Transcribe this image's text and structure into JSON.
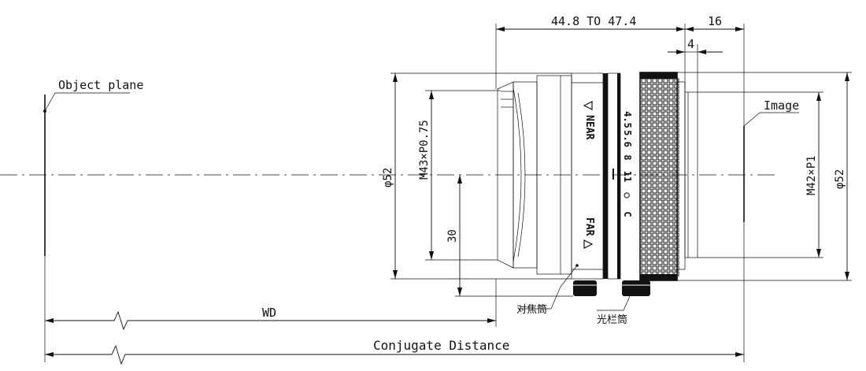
{
  "labels": {
    "object_plane": "Object plane",
    "image": "Image",
    "wd": "WD",
    "conjugate_distance": "Conjugate Distance",
    "focus_ring": "对焦筒",
    "iris_ring": "光栏筒",
    "near": "NEAR",
    "far": "FAR"
  },
  "dimensions": {
    "length_range": "44.8 TO 47.4",
    "flange_16": "16",
    "flange_4": "4",
    "front_diameter": "φ52",
    "rear_diameter": "φ52",
    "front_thread": "M43×P0.75",
    "rear_thread": "M42×P1",
    "height_30": "30"
  },
  "aperture_scale": [
    "4.5",
    "5.6",
    "8",
    "11",
    "○",
    "C"
  ]
}
